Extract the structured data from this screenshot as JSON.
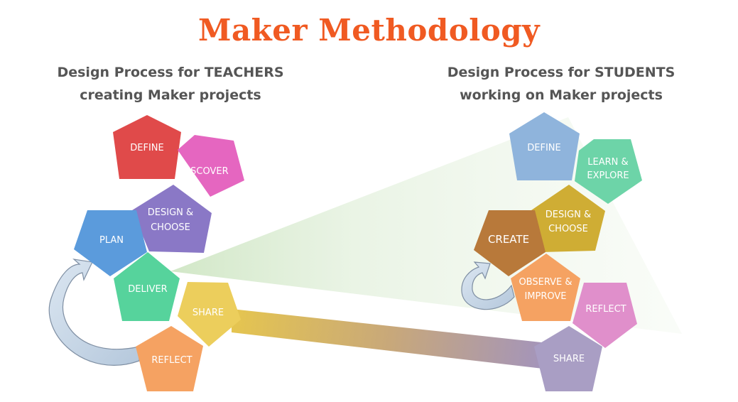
{
  "title": "Maker Methodology",
  "teachers": {
    "heading_line1": "Design Process for TEACHERS",
    "heading_line2": "creating Maker projects",
    "steps": {
      "define": "DEFINE",
      "discover": "DISCOVER",
      "design_line1": "DESIGN &",
      "design_line2": "CHOOSE",
      "plan": "PLAN",
      "deliver": "DELIVER",
      "share": "SHARE",
      "reflect": "REFLECT"
    }
  },
  "students": {
    "heading_line1": "Design Process for STUDENTS",
    "heading_line2": "working on Maker projects",
    "steps": {
      "define": "DEFINE",
      "learn_line1": "LEARN &",
      "learn_line2": "EXPLORE",
      "design_line1": "DESIGN &",
      "design_line2": "CHOOSE",
      "create": "CREATE",
      "observe_line1": "OBSERVE &",
      "observe_line2": "IMPROVE",
      "reflect": "REFLECT",
      "share": "SHARE"
    }
  },
  "colors": {
    "title": "#f05a22",
    "heading": "#555555",
    "define_t": "#e04a4a",
    "discover": "#e566c0",
    "design_t": "#8a78c6",
    "plan": "#5b9bdc",
    "deliver": "#56d39c",
    "share_t": "#ecce5c",
    "reflect_t": "#f5a262",
    "define_s": "#8fb4dc",
    "learn": "#6dd4a8",
    "design_s": "#cfad34",
    "create": "#b8793a",
    "observe": "#f5a262",
    "reflect_s": "#e08fcb",
    "share_s": "#a99ec4",
    "arrow": "#c6d5e6"
  }
}
